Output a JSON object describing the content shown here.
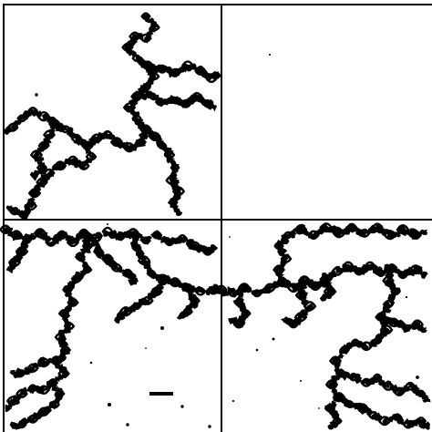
{
  "figure": {
    "kind": "fractal-curve-in-grid",
    "grid": {
      "rows": 2,
      "columns": 2
    },
    "colors": {
      "ink": "#000000",
      "paper": "#ffffff"
    },
    "text": []
  }
}
